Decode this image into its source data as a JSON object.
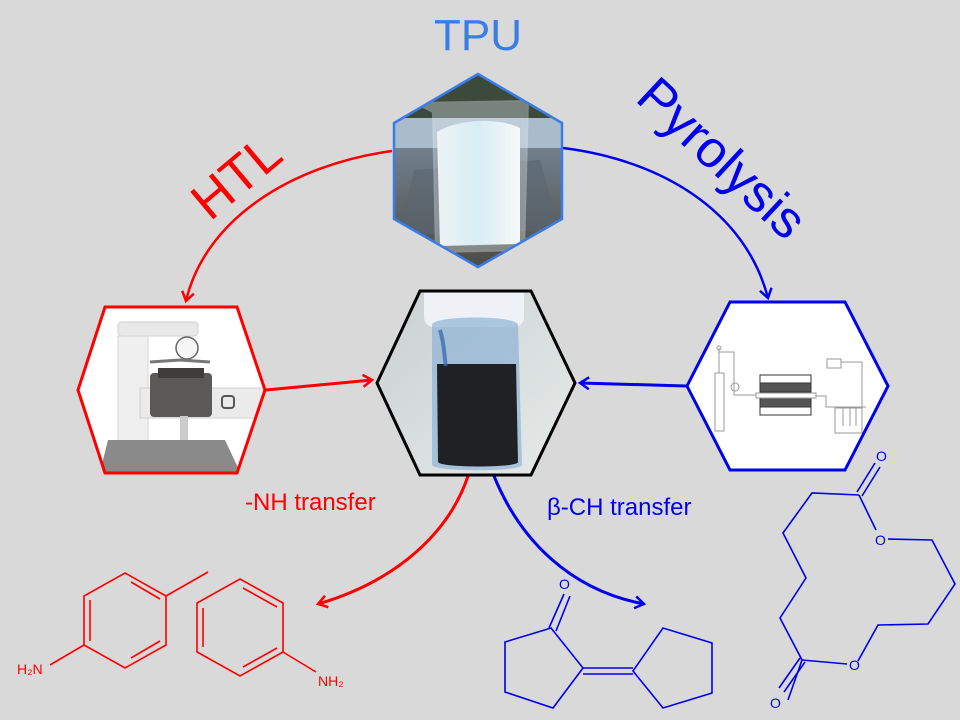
{
  "title": "TPU",
  "routes": {
    "left": {
      "label": "HTL",
      "color": "#ff0000"
    },
    "right": {
      "label": "Pyrolysis",
      "color": "#0000ee"
    }
  },
  "colors": {
    "tpu": "#3a7de8",
    "htl": "#ff0000",
    "pyrolysis": "#0000ee",
    "product": "#000000",
    "background": "#d9d9d9"
  },
  "nodes": {
    "tpu": {
      "name": "TPU beads in beaker",
      "icon": "beaker-photo"
    },
    "htl_reactor": {
      "name": "HTL autoclave reactor",
      "icon": "reactor-photo"
    },
    "product": {
      "name": "dark liquid product vial",
      "icon": "vial-photo"
    },
    "pyrolysis_setup": {
      "name": "pyrolysis tube furnace schematic",
      "icon": "furnace-schematic"
    }
  },
  "transfers": {
    "nh": {
      "label": "-NH transfer"
    },
    "ch": {
      "label": "β-CH transfer"
    }
  },
  "molecules": {
    "htl_products": [
      {
        "name": "p-toluidine",
        "amine_label": "H₂N"
      },
      {
        "name": "aniline",
        "amine_label": "NH₂"
      }
    ],
    "pyrolysis_products": [
      {
        "name": "2-cyclopentylidenecyclopentanone",
        "atom_labels": [
          "O"
        ]
      },
      {
        "name": "cyclic diester",
        "atom_labels": [
          "O",
          "O",
          "O",
          "O"
        ]
      }
    ]
  }
}
